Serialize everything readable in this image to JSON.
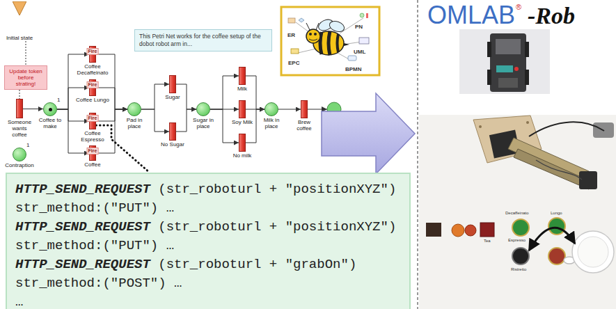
{
  "diagram": {
    "nodes": [
      {
        "text": [
          "Initial state"
        ]
      },
      {
        "text": [
          "Update token before strating!"
        ]
      },
      {
        "text": [
          "Someone wants coffee"
        ]
      },
      {
        "text": [
          "1",
          "Coffee to make"
        ]
      },
      {
        "text": [
          "1",
          "Contraption"
        ]
      },
      {
        "text": [
          "Fire",
          "Coffee Decaffeinato"
        ]
      },
      {
        "text": [
          "Fire",
          "Coffee Lungo"
        ]
      },
      {
        "text": [
          "Fire",
          "Coffee Espresso"
        ]
      },
      {
        "text": [
          "Fire",
          "Coffee"
        ]
      },
      {
        "text": [
          "Pad in place"
        ]
      },
      {
        "text": [
          "Sugar"
        ]
      },
      {
        "text": [
          "No Sugar"
        ]
      },
      {
        "text": [
          "Sugar in place"
        ]
      },
      {
        "text": [
          "Milk"
        ]
      },
      {
        "text": [
          "Soy Milk"
        ]
      },
      {
        "text": [
          "No milk"
        ]
      },
      {
        "text": [
          "Milk in place"
        ]
      },
      {
        "text": [
          "Brew coffee"
        ]
      },
      {
        "text": [
          "This Petri Net works for the coffee setup of the dobot robot arm in..."
        ]
      },
      {
        "text": [
          "HTTP_SEND_REQUEST",
          "(str_roboturl + \"positionXYZ\")",
          "str_method:(\"PUT\") …",
          "HTTP_SEND_REQUEST",
          "(str_roboturl + \"positionXYZ\")",
          "str_method:(\"PUT\") …",
          "HTTP_SEND_REQUEST",
          "(str_roboturl + \"grabOn\")",
          "str_method:(\"POST\") …",
          "…"
        ]
      }
    ],
    "edges": [
      {
        "from": 0,
        "to": 1,
        "arrow": "none"
      },
      {
        "from": 1,
        "to": 2,
        "arrow": "none"
      },
      {
        "from": 2,
        "to": 3,
        "arrow": "to"
      },
      {
        "from": 3,
        "to": 5,
        "arrow": "to"
      },
      {
        "from": 3,
        "to": 6,
        "arrow": "to"
      },
      {
        "from": 3,
        "to": 7,
        "arrow": "to"
      },
      {
        "from": 3,
        "to": 8,
        "arrow": "to"
      },
      {
        "from": 5,
        "to": 9,
        "arrow": "to"
      },
      {
        "from": 6,
        "to": 9,
        "arrow": "to"
      },
      {
        "from": 7,
        "to": 9,
        "arrow": "to"
      },
      {
        "from": 8,
        "to": 9,
        "arrow": "to"
      },
      {
        "from": 9,
        "to": 10,
        "arrow": "to"
      },
      {
        "from": 9,
        "to": 11,
        "arrow": "to"
      },
      {
        "from": 10,
        "to": 12,
        "arrow": "to"
      },
      {
        "from": 11,
        "to": 12,
        "arrow": "to"
      },
      {
        "from": 12,
        "to": 13,
        "arrow": "to"
      },
      {
        "from": 12,
        "to": 14,
        "arrow": "to"
      },
      {
        "from": 12,
        "to": 15,
        "arrow": "to"
      },
      {
        "from": 13,
        "to": 16,
        "arrow": "to"
      },
      {
        "from": 14,
        "to": 16,
        "arrow": "to"
      },
      {
        "from": 15,
        "to": 16,
        "arrow": "to"
      },
      {
        "from": 16,
        "to": 17,
        "arrow": "to"
      },
      {
        "from": 7,
        "to": 19,
        "arrow": "none"
      }
    ],
    "labels": [
      "ER",
      "PN",
      "UML",
      "EPC",
      "BPMN",
      "OMLAB",
      "®",
      "-Rob",
      "Decaffeinato",
      "Lungo",
      "Espresso",
      "Ristretto",
      "Tea"
    ]
  }
}
